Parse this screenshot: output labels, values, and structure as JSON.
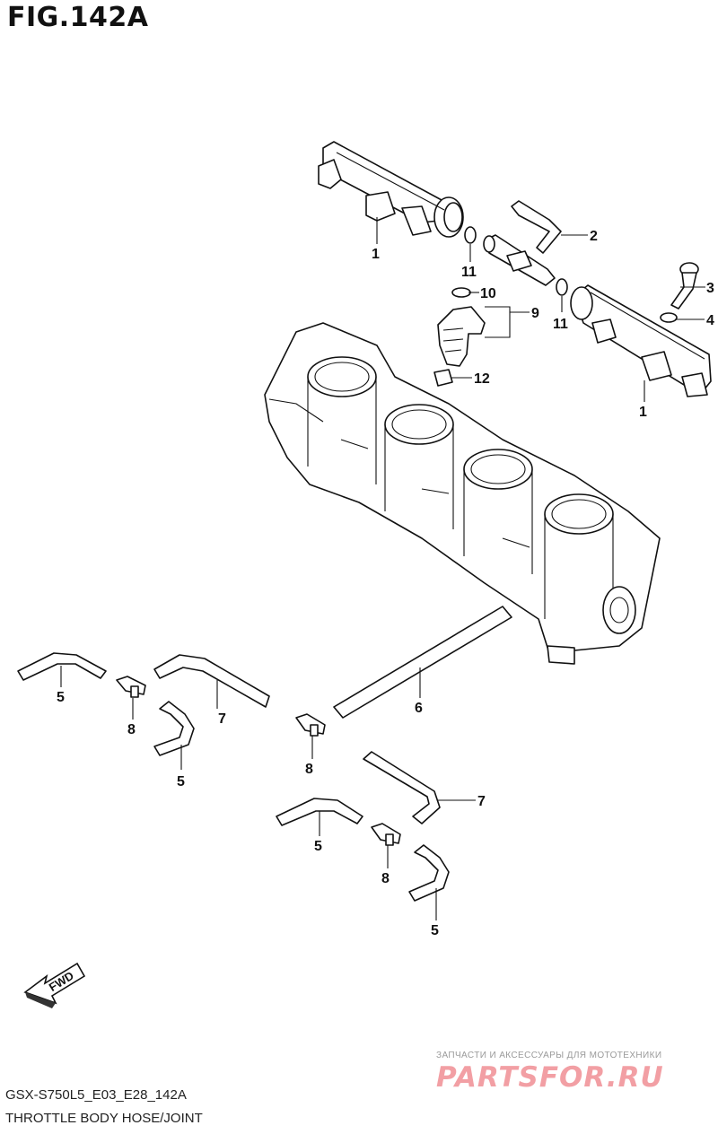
{
  "title": "FIG.142A",
  "drawing_code": "GSX-S750L5_E03_E28_142A",
  "caption": "THROTTLE BODY HOSE/JOINT",
  "fwd_label": "FWD",
  "watermark": {
    "tagline": "ЗАПЧАСТИ И АКСЕССУАРЫ ДЛЯ МОТОТЕХНИКИ",
    "logo": "PARTSFOR.RU"
  },
  "callouts": [
    "1",
    "2",
    "11",
    "3",
    "10",
    "9",
    "11",
    "4",
    "12",
    "1",
    "5",
    "8",
    "7",
    "6",
    "5",
    "8",
    "7",
    "5",
    "8",
    "5"
  ]
}
